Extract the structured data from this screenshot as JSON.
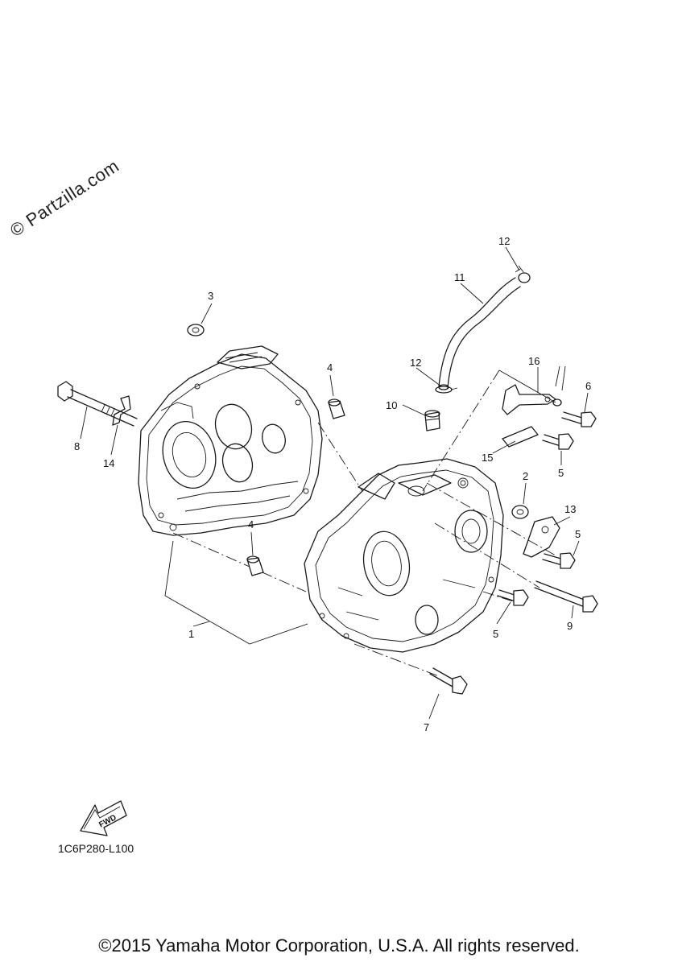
{
  "watermark": "© Partzilla.com",
  "drawing_code": "1C6P280-L100",
  "copyright": "©2015 Yamaha Motor Corporation, U.S.A. All rights reserved.",
  "fwd_label": "FWD",
  "callouts": [
    "1",
    "2",
    "3",
    "4",
    "4",
    "5",
    "5",
    "5",
    "6",
    "7",
    "8",
    "9",
    "10",
    "11",
    "12",
    "12",
    "13",
    "14",
    "15",
    "16"
  ]
}
